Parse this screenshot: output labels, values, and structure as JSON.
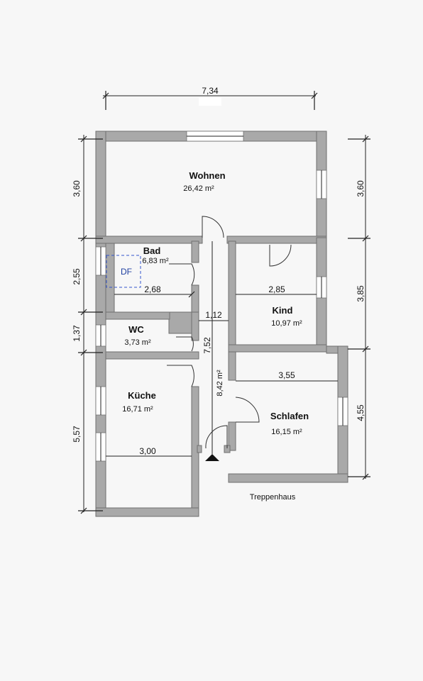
{
  "rooms": {
    "wohnen": {
      "name": "Wohnen",
      "area": "26,42 m²"
    },
    "bad": {
      "name": "Bad",
      "area": "6,83 m²"
    },
    "wc": {
      "name": "WC",
      "area": "3,73 m²"
    },
    "kueche": {
      "name": "Küche",
      "area": "16,71 m²"
    },
    "kind": {
      "name": "Kind",
      "area": "10,97 m²"
    },
    "schlafen": {
      "name": "Schlafen",
      "area": "16,15 m²"
    },
    "flur": {
      "area": "8,42 m²"
    }
  },
  "labels": {
    "df": "DF",
    "treppenhaus": "Treppenhaus"
  },
  "dimensions": {
    "top_width": "7,34",
    "left_wohnen": "3,60",
    "left_bad": "2,55",
    "left_wc": "1,37",
    "left_kueche": "5,57",
    "right_wohnen": "3,60",
    "right_kind": "3,85",
    "right_schlafen": "4,55",
    "bad_width": "2,68",
    "kind_width": "2,85",
    "flur_width": "1,12",
    "flur_length": "7,52",
    "schlafen_width": "3,55",
    "kueche_width": "3,00"
  }
}
